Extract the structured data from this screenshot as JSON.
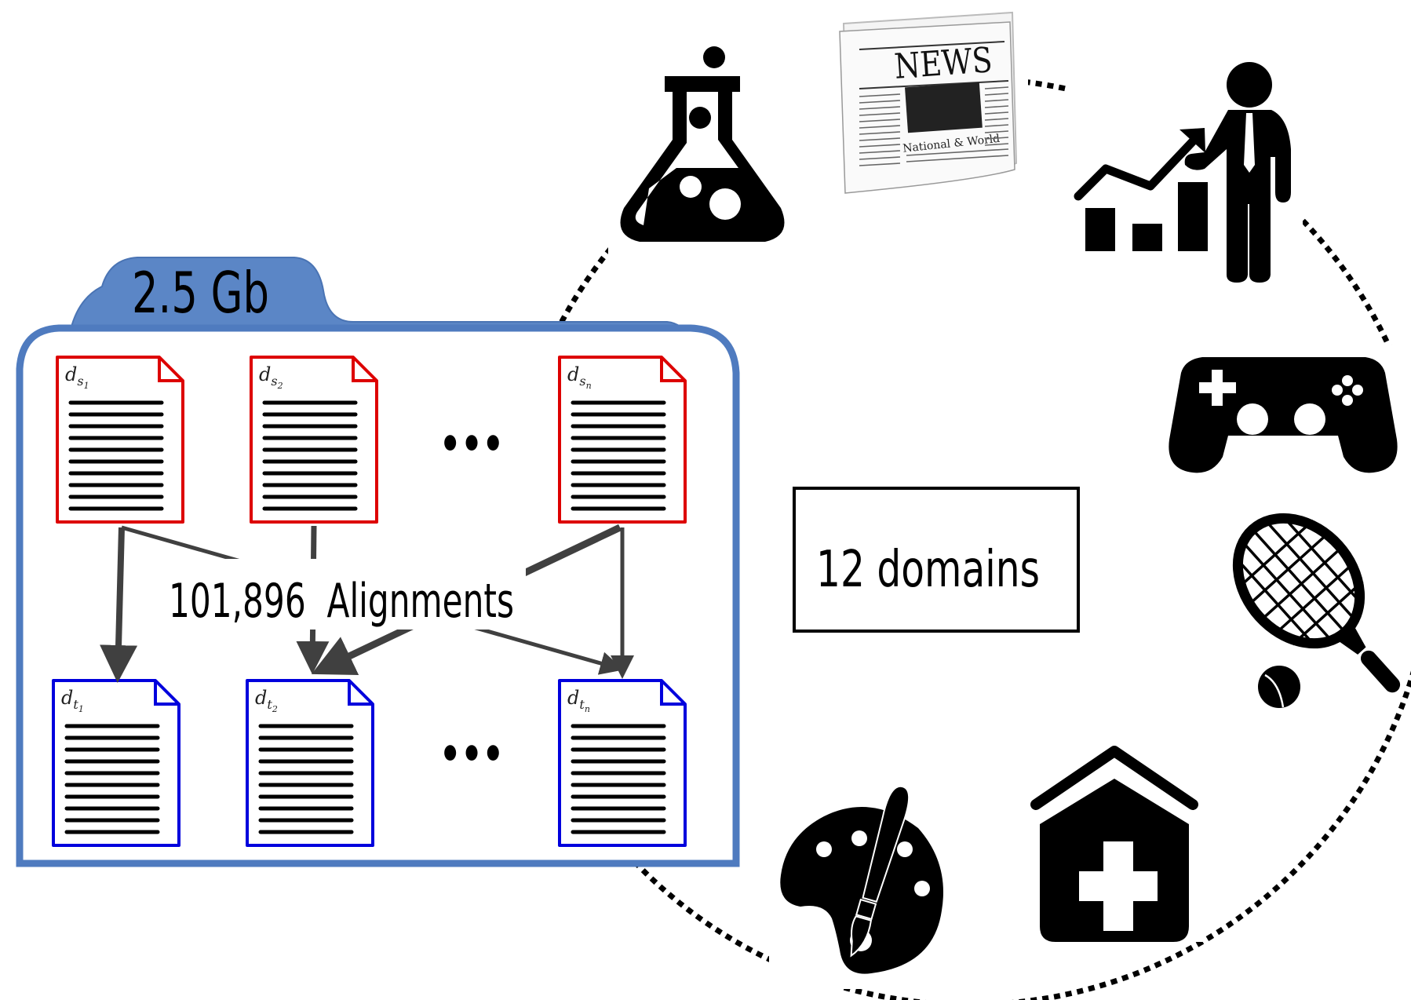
{
  "folder": {
    "size_label": "2.5 Gb",
    "color": "#4f7bbf",
    "source_docs": [
      {
        "base": "d",
        "sub": "s",
        "idx": "1"
      },
      {
        "base": "d",
        "sub": "s",
        "idx": "2"
      },
      {
        "base": "d",
        "sub": "s",
        "idx": "n"
      }
    ],
    "target_docs": [
      {
        "base": "d",
        "sub": "t",
        "idx": "1"
      },
      {
        "base": "d",
        "sub": "t",
        "idx": "2"
      },
      {
        "base": "d",
        "sub": "t",
        "idx": "n"
      }
    ],
    "ellipsis": "•••",
    "alignments_label": "101,896  Alignments",
    "source_color": "#dd0000",
    "target_color": "#0000dd",
    "arrow_color": "#404040"
  },
  "domains_box": {
    "label": "12 domains"
  },
  "domain_icons": [
    {
      "name": "science",
      "icon": "flask-icon"
    },
    {
      "name": "news",
      "icon": "newspaper-icon",
      "headline": "NEWS",
      "section": "National & World"
    },
    {
      "name": "business",
      "icon": "businessman-chart-icon"
    },
    {
      "name": "games",
      "icon": "gamepad-icon"
    },
    {
      "name": "sports",
      "icon": "tennis-racket-icon"
    },
    {
      "name": "health",
      "icon": "hospital-icon"
    },
    {
      "name": "arts",
      "icon": "palette-icon"
    }
  ]
}
